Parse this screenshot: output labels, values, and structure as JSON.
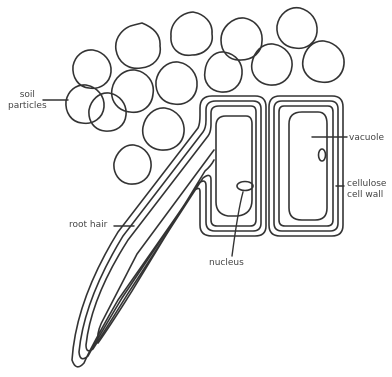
{
  "labels": {
    "soil_particles": [
      "soil",
      "particles"
    ],
    "vacuole": "vacuole",
    "cellulose_cell_wall": [
      "cellulose",
      "cell wall"
    ],
    "root_hair": "root hair",
    "nucleus": "nucleus"
  },
  "soil_particle_count": 14,
  "colors": {
    "stroke": "#333333",
    "text": "#444444",
    "background": "#ffffff"
  }
}
